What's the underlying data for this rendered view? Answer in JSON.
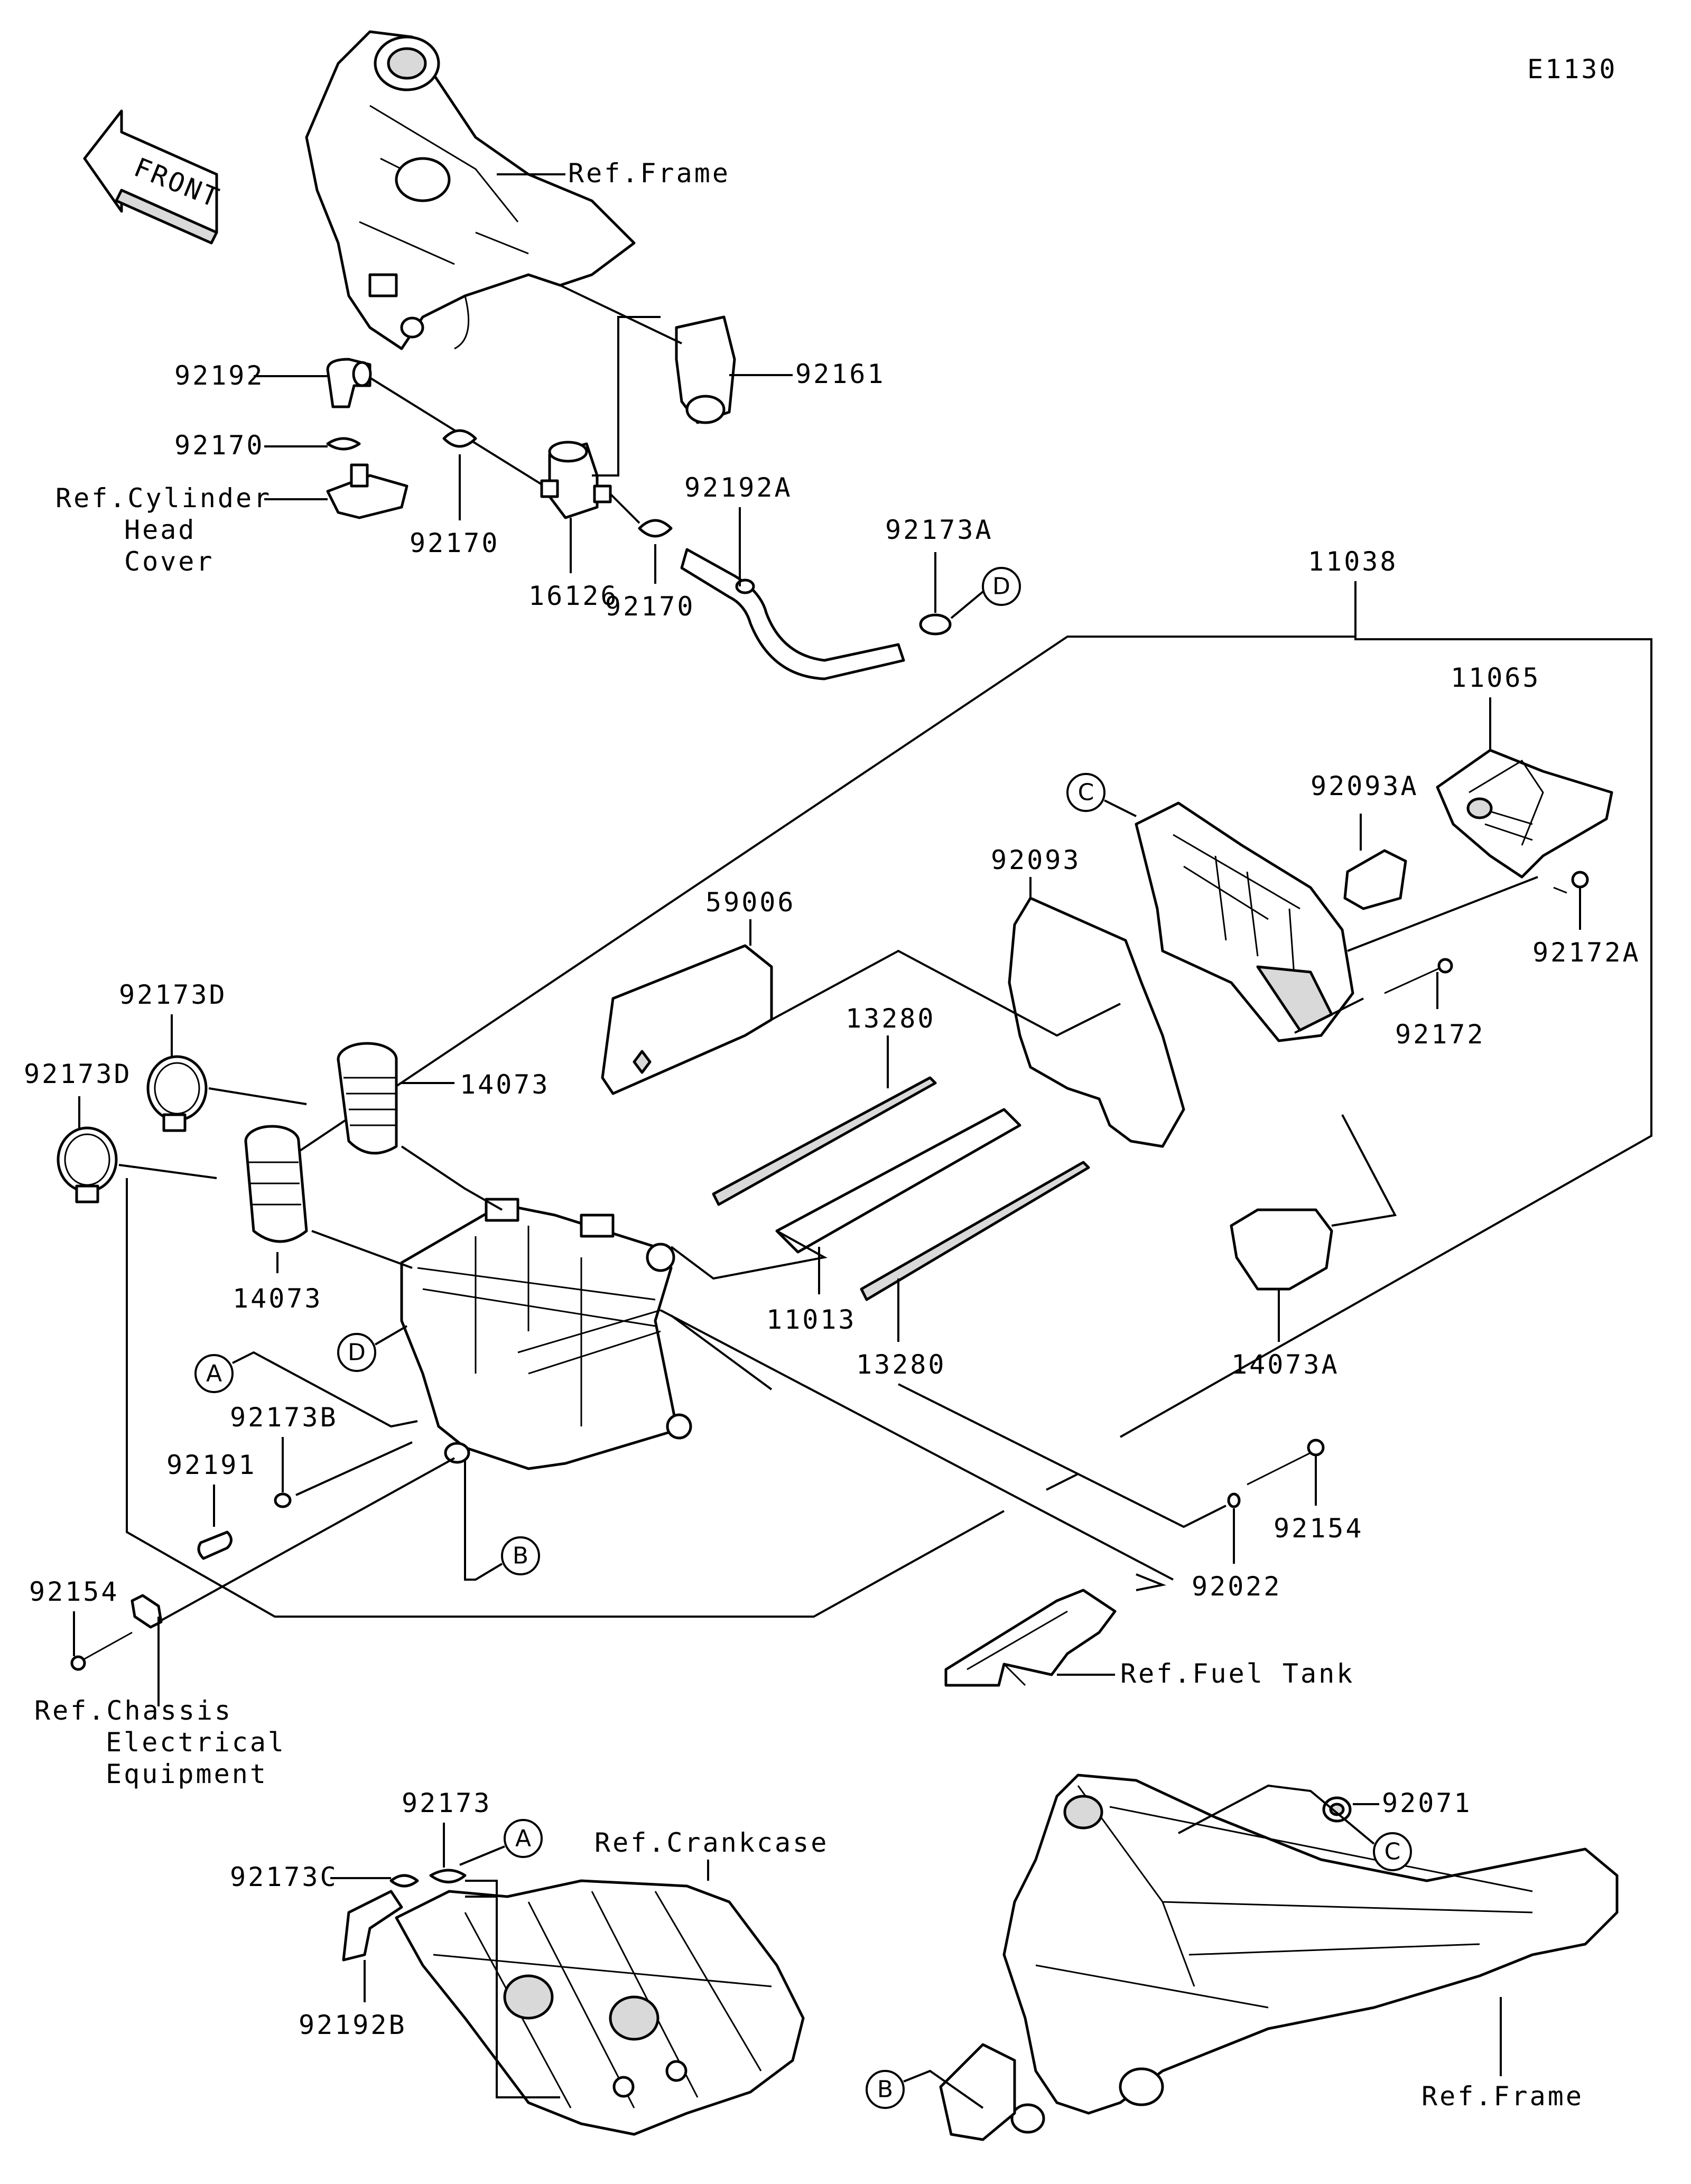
{
  "diagram_code": "E1130",
  "front_label": "FRONT",
  "parts": {
    "p92192": "92192",
    "p92170a": "92170",
    "p92170b": "92170",
    "p92170c": "92170",
    "p16126": "16126",
    "p92161": "92161",
    "p92192A": "92192A",
    "p92173A": "92173A",
    "p11038": "11038",
    "p11065": "11065",
    "p92093A": "92093A",
    "p92093": "92093",
    "p59006": "59006",
    "p13280a": "13280",
    "p13280b": "13280",
    "p11013": "11013",
    "p92172A": "92172A",
    "p92172": "92172",
    "p14073A": "14073A",
    "p92173D_a": "92173D",
    "p92173D_b": "92173D",
    "p14073a": "14073",
    "p14073b": "14073",
    "p92173B": "92173B",
    "p92191": "92191",
    "p92154a": "92154",
    "p92154b": "92154",
    "p92022": "92022",
    "p92173": "92173",
    "p92173C": "92173C",
    "p92192B": "92192B",
    "p92071": "92071"
  },
  "refs": {
    "frame_top": "Ref.Frame",
    "cyl_head_1": "Ref.Cylinder",
    "cyl_head_2": "Head",
    "cyl_head_3": "Cover",
    "fuel_tank": "Ref.Fuel Tank",
    "chassis_1": "Ref.Chassis",
    "chassis_2": "Electrical",
    "chassis_3": "Equipment",
    "crankcase": "Ref.Crankcase",
    "frame_bottom": "Ref.Frame"
  },
  "callouts": {
    "A": "A",
    "B": "B",
    "C": "C",
    "D": "D"
  }
}
